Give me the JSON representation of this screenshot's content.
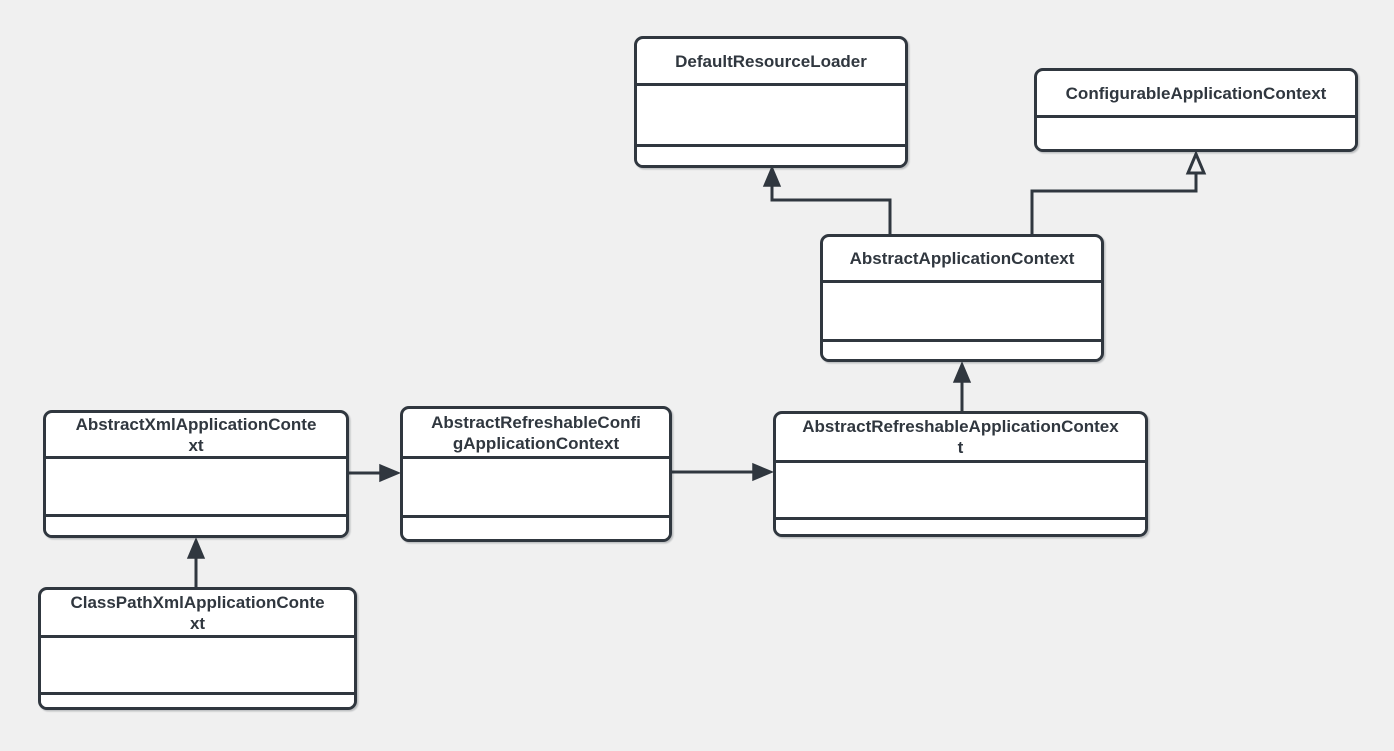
{
  "theme": {
    "canvas_background": "#f0f0f0",
    "node_fill": "#ffffff",
    "stroke": "#30373f",
    "text_color": "#30373f"
  },
  "diagram": {
    "type": "uml-class-diagram",
    "classes": [
      {
        "name": "DefaultResourceLoader",
        "compartments": 3
      },
      {
        "name": "ConfigurableApplicationContext",
        "compartments": 2
      },
      {
        "name": "AbstractApplicationContext",
        "compartments": 3
      },
      {
        "name": "AbstractXmlApplicationContext",
        "compartments": 3
      },
      {
        "name": "AbstractRefreshableConfigApplicationContext",
        "compartments": 3
      },
      {
        "name": "AbstractRefreshableApplicationContext",
        "compartments": 3
      },
      {
        "name": "ClassPathXmlApplicationContext",
        "compartments": 3
      }
    ],
    "relationships": [
      {
        "from": "AbstractApplicationContext",
        "to": "DefaultResourceLoader",
        "arrowhead": "filled-triangle"
      },
      {
        "from": "AbstractApplicationContext",
        "to": "ConfigurableApplicationContext",
        "arrowhead": "hollow-triangle"
      },
      {
        "from": "AbstractXmlApplicationContext",
        "to": "AbstractRefreshableConfigApplicationContext",
        "arrowhead": "filled-triangle"
      },
      {
        "from": "AbstractRefreshableConfigApplicationContext",
        "to": "AbstractRefreshableApplicationContext",
        "arrowhead": "filled-triangle"
      },
      {
        "from": "AbstractRefreshableApplicationContext",
        "to": "AbstractApplicationContext",
        "arrowhead": "filled-triangle"
      },
      {
        "from": "ClassPathXmlApplicationContext",
        "to": "AbstractXmlApplicationContext",
        "arrowhead": "filled-triangle"
      }
    ]
  }
}
